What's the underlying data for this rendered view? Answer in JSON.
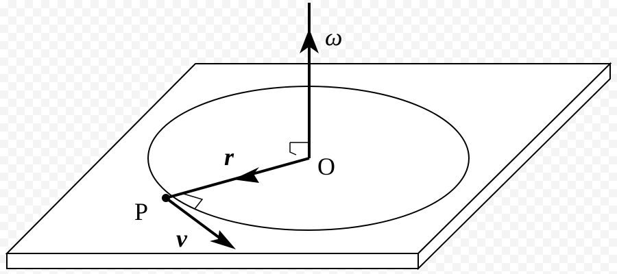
{
  "labels": {
    "angular_velocity": "ω",
    "position_vector": "r",
    "velocity_vector": "v",
    "center_point": "O",
    "particle_point": "P"
  },
  "colors": {
    "stroke": "#000000",
    "plane_fill": "#ffffff"
  }
}
